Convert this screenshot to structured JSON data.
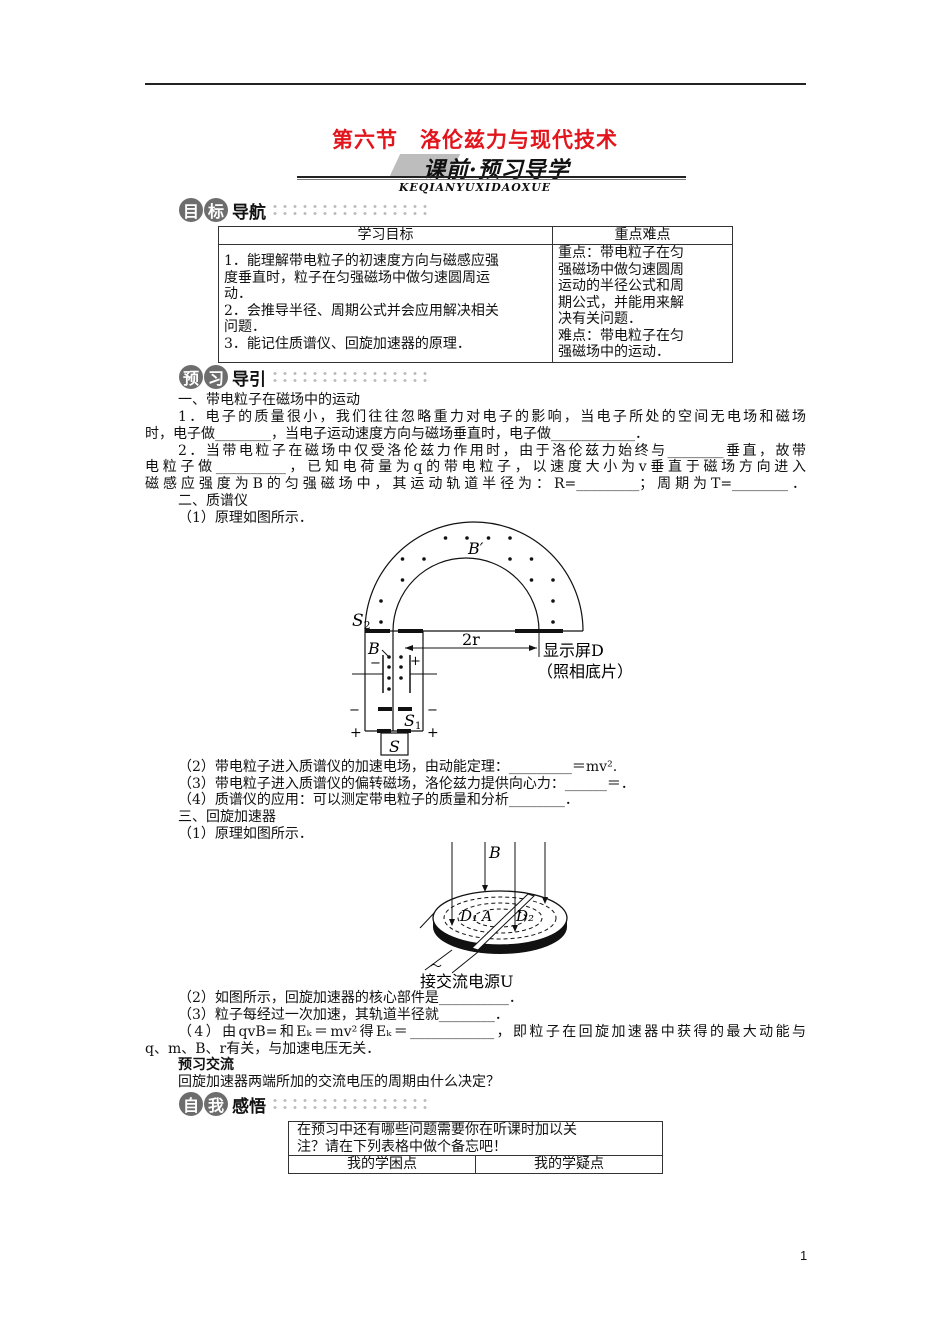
{
  "title": "第六节　洛伦兹力与现代技术",
  "banner": {
    "text": "课前·预习导学",
    "pinyin": "KEQIANYUXIDAOXUE"
  },
  "colors": {
    "title": "#e2141c",
    "heading_circle": "#6d6d6d"
  },
  "section1": {
    "circles": [
      "目",
      "标"
    ],
    "label": "导航",
    "table": {
      "headers": [
        "学习目标",
        "重点难点"
      ],
      "goals": [
        "1．能理解带电粒子的初速度方向与磁感应强",
        "度垂直时，粒子在匀强磁场中做匀速圆周运",
        "动．",
        "2．会推导半径、周期公式并会应用解决相关",
        "问题．",
        "3．能记住质谱仪、回旋加速器的原理．"
      ],
      "key_points": [
        "重点：带电粒子在匀",
        "强磁场中做匀速圆周",
        "运动的半径公式和周",
        "期公式，并能用来解",
        "决有关问题．",
        "难点：带电粒子在匀",
        "强磁场中的运动．"
      ]
    }
  },
  "section2": {
    "circles": [
      "预",
      "习"
    ],
    "label": "导引",
    "lines_a": [
      "一、带电粒子在磁场中的运动",
      "1．电子的质量很小，我们往往忽略重力对电子的影响，当电子所处的空间无电场和磁场",
      "时，电子做________，当电子运动速度方向与磁场垂直时，电子做____________．",
      "2．当带电粒子在磁场中仅受洛伦兹力作用时，由于洛伦兹力始终与________垂直，故带",
      "电粒子做__________，已知电荷量为q的带电粒子，以速度大小为v垂直于磁场方向进入",
      "磁感应强度为B的匀强磁场中，其运动轨道半径为：R=_________；周期为T=________．",
      "二、质谱仪",
      "（1）原理如图所示．"
    ],
    "figure1": {
      "labels": {
        "b_prime": "B′",
        "s2": "S",
        "s2_sub": "2",
        "two_r": "2r",
        "b": "B",
        "screen": "显示屏D",
        "film": "（照相底片）",
        "s1": "S",
        "s1_sub": "1",
        "s": "S",
        "minus": "−",
        "plus": "+"
      }
    },
    "lines_b": [
      "（2）带电粒子进入质谱仪的加速电场，由动能定理：_________＝mv².",
      "（3）带电粒子进入质谱仪的偏转磁场，洛伦兹力提供向心力：______＝．",
      "（4）质谱仪的应用：可以测定带电粒子的质量和分析________．",
      "三、回旋加速器",
      "（1）原理如图所示．"
    ],
    "figure2": {
      "labels": {
        "b": "B",
        "d1": "D₁",
        "a": "A",
        "d2": "D₂",
        "source": "接交流电源U",
        "tilde": "～"
      }
    },
    "lines_c": [
      "（2）如图所示，回旋加速器的核心部件是__________．",
      "（3）粒子每经过一次加速，其轨道半径就________．",
      "（4）由qvB=和Eₖ＝mv²得Eₖ＝____________，即粒子在回旋加速器中获得的最大动能与",
      "q、m、B、r有关，与加速电压无关．"
    ],
    "exchange_title": "预习交流",
    "exchange_question": "回旋加速器两端所加的交流电压的周期由什么决定？"
  },
  "section3": {
    "circles": [
      "自",
      "我"
    ],
    "label": "感悟",
    "table": {
      "prompt": [
        "在预习中还有哪些问题需要你在听课时加以关",
        "注？请在下列表格中做个备忘吧！"
      ],
      "headers": [
        "我的学困点",
        "我的学疑点"
      ]
    }
  },
  "page_number": "1"
}
